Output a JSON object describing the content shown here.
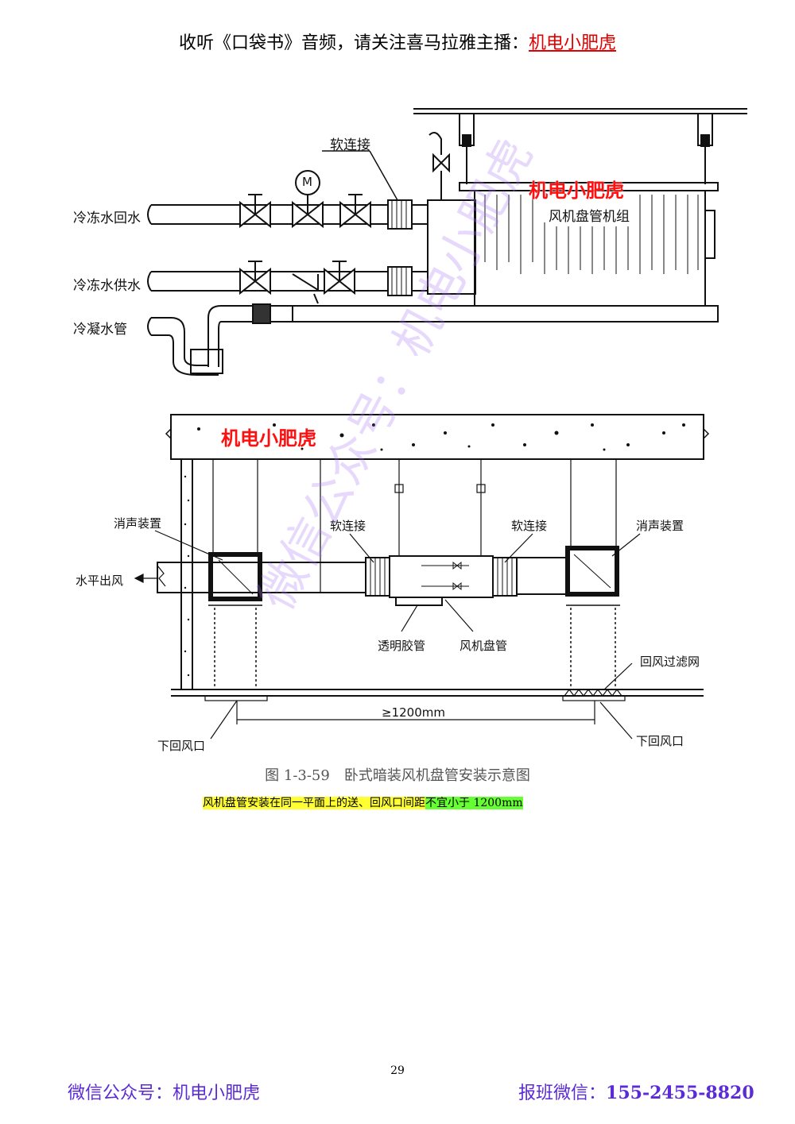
{
  "header": {
    "text": "收听《口袋书》音频，请关注喜马拉雅主播：",
    "highlight": "机电小肥虎"
  },
  "diagram_top": {
    "labels": {
      "soft_joint": "软连接",
      "return_water": "冷冻水回水",
      "supply_water": "冷冻水供水",
      "condensate": "冷凝水管",
      "fcu_unit": "风机盘管机组",
      "motor": "M"
    },
    "watermark": "机电小肥虎"
  },
  "diagram_bottom": {
    "labels": {
      "silencer_left": "消声装置",
      "silencer_right": "消声装置",
      "soft_joint_left": "软连接",
      "soft_joint_right": "软连接",
      "horizontal_outlet": "水平出风",
      "clear_hose": "透明胶管",
      "fan_coil": "风机盘管",
      "return_filter": "回风过滤网",
      "distance": "≥1200mm",
      "return_vent_left": "下回风口",
      "return_vent_right": "下回风口"
    },
    "watermark": "机电小肥虎"
  },
  "diagonal_watermark": "微信公众号：机电小肥虎",
  "caption": "图 1-3-59　卧式暗装风机盘管安装示意图",
  "note": {
    "part1": "风机盘管安装在同一平面上的送、回风口间距",
    "part2": "不宜小于 1200mm"
  },
  "page_number": "29",
  "footer": {
    "left": "微信公众号：机电小肥虎",
    "right_label": "报班微信：",
    "right_value": "155-2455-8820"
  },
  "colors": {
    "red": "#e00000",
    "purple": "#5a2bd6",
    "highlight_yellow": "#ffff33",
    "highlight_green": "#66ff33"
  }
}
